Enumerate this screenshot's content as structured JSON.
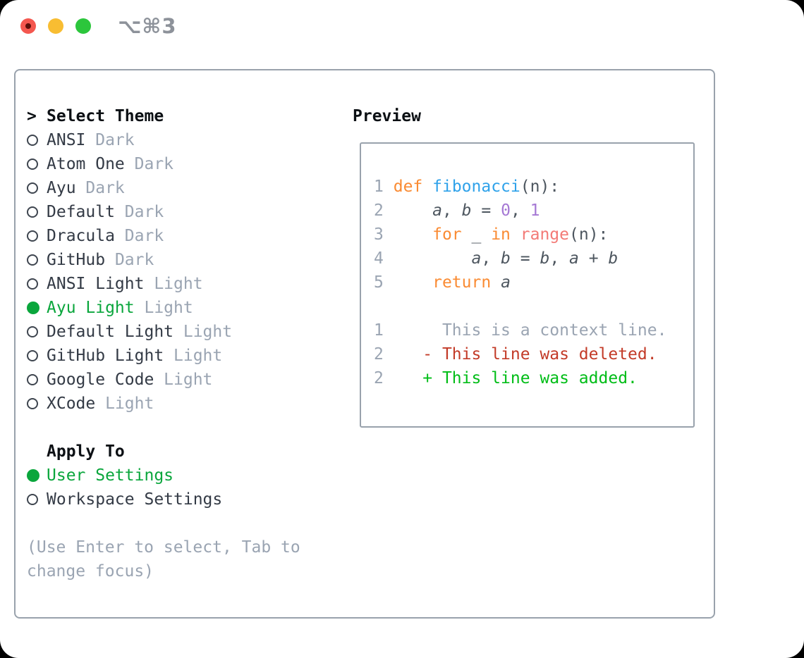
{
  "colors": {
    "accent_green": "#0aa63c",
    "added_green": "#00bd17",
    "deleted_red": "#c33b28",
    "keyword_orange": "#fa8b33",
    "function_blue": "#2fa2ea",
    "number_purple": "#a578d4",
    "builtin_coral": "#f37a76",
    "code_text": "#4d565f",
    "muted": "#9aa4b2",
    "text_dark": "#333a45",
    "heading": "#0c1014",
    "border": "#99a2ac",
    "title_gray": "#8d929a",
    "traffic_red": "#f4574f",
    "traffic_red_dot": "#5c0f0a",
    "traffic_yellow": "#f8bd32",
    "traffic_green": "#2cc63c"
  },
  "titlebar": {
    "title": "⌥⌘3"
  },
  "theme_list": {
    "header_prefix": ">",
    "header": "Select Theme",
    "items": [
      {
        "name": "ANSI",
        "variant": "Dark",
        "selected": false
      },
      {
        "name": "Atom One",
        "variant": "Dark",
        "selected": false
      },
      {
        "name": "Ayu",
        "variant": "Dark",
        "selected": false
      },
      {
        "name": "Default",
        "variant": "Dark",
        "selected": false
      },
      {
        "name": "Dracula",
        "variant": "Dark",
        "selected": false
      },
      {
        "name": "GitHub",
        "variant": "Dark",
        "selected": false
      },
      {
        "name": "ANSI Light",
        "variant": "Light",
        "selected": false
      },
      {
        "name": "Ayu Light",
        "variant": "Light",
        "selected": true
      },
      {
        "name": "Default Light",
        "variant": "Light",
        "selected": false
      },
      {
        "name": "GitHub Light",
        "variant": "Light",
        "selected": false
      },
      {
        "name": "Google Code",
        "variant": "Light",
        "selected": false
      },
      {
        "name": "XCode",
        "variant": "Light",
        "selected": false
      }
    ]
  },
  "apply_to": {
    "header": "Apply To",
    "options": [
      {
        "label": "User Settings",
        "selected": true
      },
      {
        "label": "Workspace Settings",
        "selected": false
      }
    ]
  },
  "footer": {
    "line1": "(Use Enter to select, Tab to",
    "line2": "change focus)"
  },
  "preview": {
    "title": "Preview",
    "code": {
      "py1": {
        "ln": "1",
        "s1": " ",
        "kw": "def",
        "s2": " ",
        "fn": "fibonacci",
        "tail": "(n):"
      },
      "py2": {
        "ln": "2",
        "pre": "     ",
        "a": "a",
        "t1": ", ",
        "b": "b",
        "t2": " = ",
        "n1": "0",
        "t3": ", ",
        "n2": "1"
      },
      "py3": {
        "ln": "3",
        "pre": "     ",
        "kw1": "for",
        "t1": " _ ",
        "kw2": "in",
        "t2": " ",
        "bi": "range",
        "tail": "(n):"
      },
      "py4": {
        "ln": "4",
        "pre": "         ",
        "a1": "a",
        "t1": ", ",
        "b1": "b",
        "t2": " = ",
        "b2": "b",
        "t3": ", ",
        "a2": "a",
        "t4": " + ",
        "b3": "b"
      },
      "py5": {
        "ln": "5",
        "pre": "     ",
        "kw": "return",
        "t1": " ",
        "a": "a"
      },
      "ctx": {
        "ln": "1",
        "txt": "      This is a context line."
      },
      "del": {
        "ln": "2",
        "pre": "    ",
        "txt": "- This line was deleted."
      },
      "add": {
        "ln": "2",
        "pre": "    ",
        "txt": "+ This line was added."
      }
    }
  }
}
